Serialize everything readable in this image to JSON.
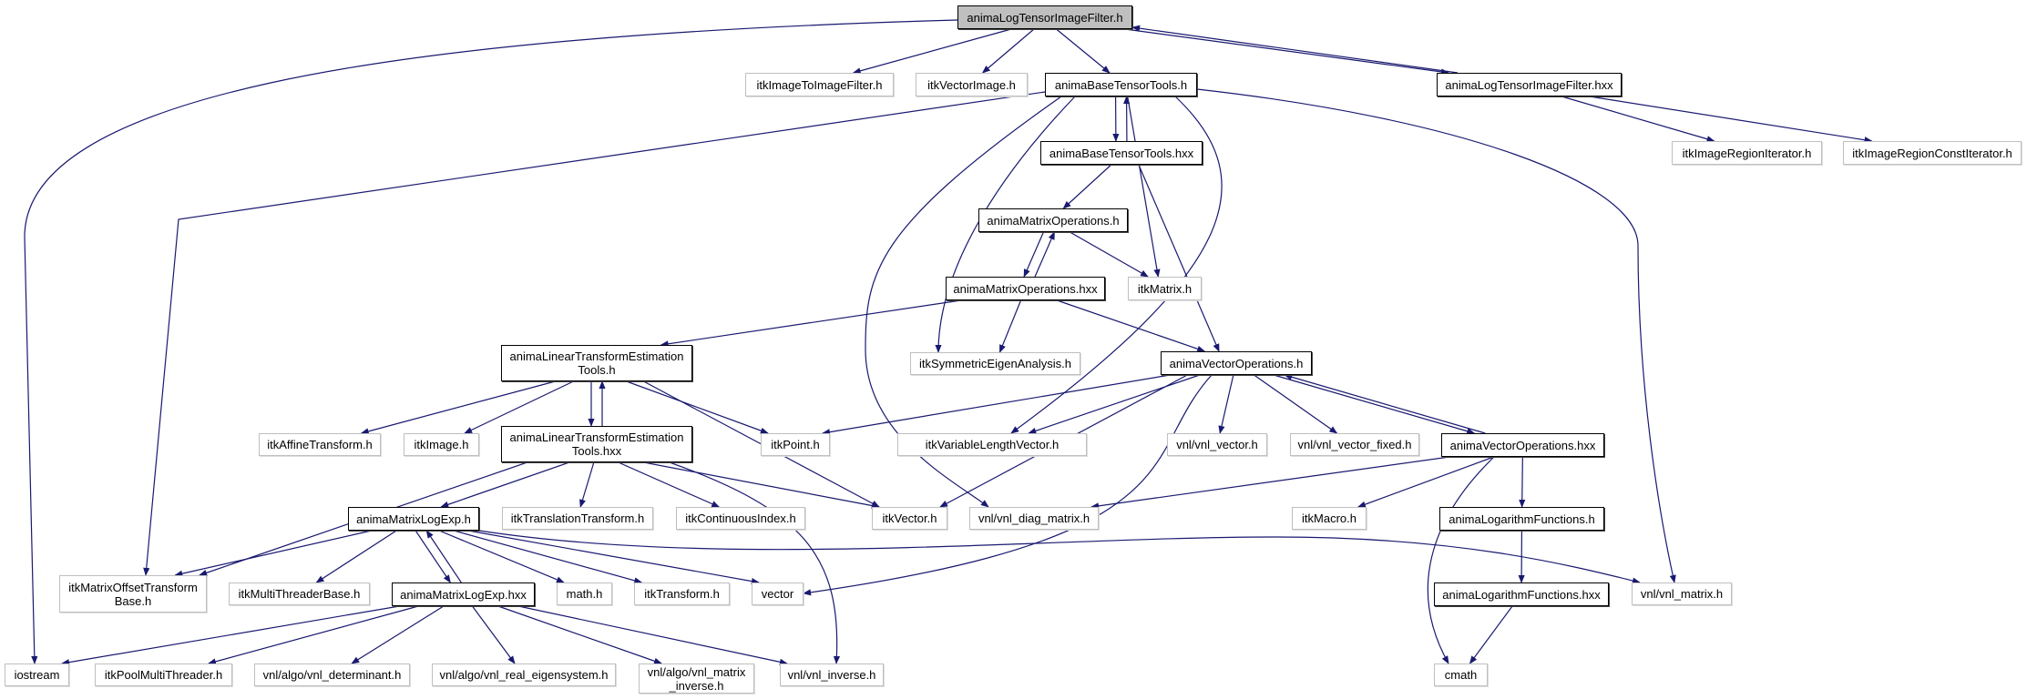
{
  "title": "animaLogTensorImageFilter.h",
  "colors": {
    "edge": "#191970",
    "root_fill": "#bfbfbf",
    "documented_border": "#000000",
    "external_border": "#bfbfbf"
  },
  "nodes": {
    "root": {
      "label": "animaLogTensorImageFilter.h",
      "kind": "root"
    },
    "i2i": {
      "label": "itkImageToImageFilter.h",
      "kind": "ext"
    },
    "vecimg": {
      "label": "itkVectorImage.h",
      "kind": "ext"
    },
    "btt_h": {
      "label": "animaBaseTensorTools.h",
      "kind": "doc"
    },
    "lti_hxx": {
      "label": "animaLogTensorImageFilter.hxx",
      "kind": "doc"
    },
    "regit": {
      "label": "itkImageRegionIterator.h",
      "kind": "ext"
    },
    "regcit": {
      "label": "itkImageRegionConstIterator.h",
      "kind": "ext"
    },
    "btt_hxx": {
      "label": "animaBaseTensorTools.hxx",
      "kind": "doc"
    },
    "mo_h": {
      "label": "animaMatrixOperations.h",
      "kind": "doc"
    },
    "mo_hxx": {
      "label": "animaMatrixOperations.hxx",
      "kind": "doc"
    },
    "itkmatrix": {
      "label": "itkMatrix.h",
      "kind": "ext"
    },
    "ltet_h": {
      "label": "animaLinearTransformEstimation\nTools.h",
      "kind": "doc"
    },
    "symeig": {
      "label": "itkSymmetricEigenAnalysis.h",
      "kind": "ext"
    },
    "vo_h": {
      "label": "animaVectorOperations.h",
      "kind": "doc"
    },
    "affine": {
      "label": "itkAffineTransform.h",
      "kind": "ext"
    },
    "itkimage": {
      "label": "itkImage.h",
      "kind": "ext"
    },
    "ltet_hxx": {
      "label": "animaLinearTransformEstimation\nTools.hxx",
      "kind": "doc"
    },
    "itkpoint": {
      "label": "itkPoint.h",
      "kind": "ext"
    },
    "varlen": {
      "label": "itkVariableLengthVector.h",
      "kind": "ext"
    },
    "vnlvec": {
      "label": "vnl/vnl_vector.h",
      "kind": "ext"
    },
    "vnlvecfixed": {
      "label": "vnl/vnl_vector_fixed.h",
      "kind": "ext"
    },
    "vo_hxx": {
      "label": "animaVectorOperations.hxx",
      "kind": "doc"
    },
    "mle_h": {
      "label": "animaMatrixLogExp.h",
      "kind": "doc"
    },
    "trans": {
      "label": "itkTranslationTransform.h",
      "kind": "ext"
    },
    "contidx": {
      "label": "itkContinuousIndex.h",
      "kind": "ext"
    },
    "itkvector": {
      "label": "itkVector.h",
      "kind": "ext"
    },
    "diag": {
      "label": "vnl/vnl_diag_matrix.h",
      "kind": "ext"
    },
    "macro": {
      "label": "itkMacro.h",
      "kind": "ext"
    },
    "lf_h": {
      "label": "animaLogarithmFunctions.h",
      "kind": "doc"
    },
    "mot": {
      "label": "itkMatrixOffsetTransform\nBase.h",
      "kind": "ext"
    },
    "mtb": {
      "label": "itkMultiThreaderBase.h",
      "kind": "ext"
    },
    "mle_hxx": {
      "label": "animaMatrixLogExp.hxx",
      "kind": "doc"
    },
    "math": {
      "label": "math.h",
      "kind": "ext"
    },
    "itktransform": {
      "label": "itkTransform.h",
      "kind": "ext"
    },
    "vector": {
      "label": "vector",
      "kind": "ext"
    },
    "lf_hxx": {
      "label": "animaLogarithmFunctions.hxx",
      "kind": "doc"
    },
    "vnlmatrix": {
      "label": "vnl/vnl_matrix.h",
      "kind": "ext"
    },
    "iostream": {
      "label": "iostream",
      "kind": "ext"
    },
    "pool": {
      "label": "itkPoolMultiThreader.h",
      "kind": "ext"
    },
    "det": {
      "label": "vnl/algo/vnl_determinant.h",
      "kind": "ext"
    },
    "eig": {
      "label": "vnl/algo/vnl_real_eigensystem.h",
      "kind": "ext"
    },
    "minv": {
      "label": "vnl/algo/vnl_matrix\n_inverse.h",
      "kind": "ext"
    },
    "vinv": {
      "label": "vnl/vnl_inverse.h",
      "kind": "ext"
    },
    "cmath": {
      "label": "cmath",
      "kind": "ext"
    }
  }
}
